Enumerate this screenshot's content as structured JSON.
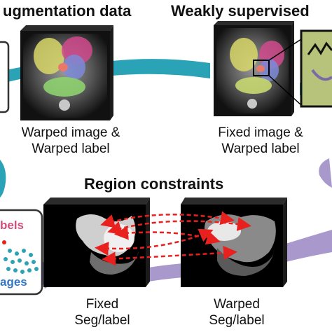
{
  "sections": {
    "augmentation": {
      "title": "ugmentation data",
      "caption_line1": "Warped image &",
      "caption_line2": "Warped label"
    },
    "weakly": {
      "title": "Weakly supervised",
      "caption_line1": "Fixed image &",
      "caption_line2": "Warped label"
    },
    "region": {
      "title": "Region constraints",
      "fixed_caption_line1": "Fixed",
      "fixed_caption_line2": "Seg/label",
      "warped_caption_line1": "Warped",
      "warped_caption_line2": "Seg/label"
    }
  },
  "side_box": {
    "top_label": "bels",
    "bottom_label": "ages"
  },
  "colors": {
    "teal_band": "#2aa3b6",
    "purple_band": "#a898cc",
    "arrow_red": "#e8201e",
    "dot_teal": "#2aa3b6",
    "dot_red": "#e8201e",
    "label_pink": "#d0507a",
    "label_blue": "#3577c2"
  },
  "icons": {
    "arrows": "dashed-red-double-arrows",
    "zoom": "zoom-inset-icon"
  }
}
